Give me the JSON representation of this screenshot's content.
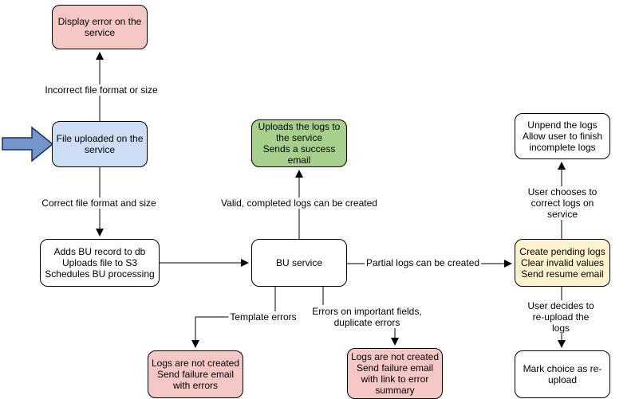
{
  "diagram": {
    "colors": {
      "background": "#ffffff",
      "node_border": "#000000",
      "edge_line": "#000000",
      "pink_fill": "#f5c8c6",
      "blue_fill": "#cdddf4",
      "green_fill": "#a8d08d",
      "yellow_fill": "#fff2cc",
      "white_fill": "#ffffff",
      "entry_arrow_fill": "#7596ca",
      "entry_arrow_border": "#16325c"
    },
    "nodes": {
      "display_error": "Display error on the\nservice",
      "file_uploaded": "File uploaded on the\nservice",
      "adds_bu": "Adds BU record to db\nUploads file to S3\nSchedules BU processing",
      "bu_service": "BU service",
      "uploads_logs": "Uploads the logs to\nthe service\nSends a success\nemail",
      "create_pending": "Create pending logs\nClear invalid values\nSend resume email",
      "unpend": "Unpend the logs\nAllow user to finish\nincomplete logs",
      "mark_choice": "Mark choice as re-\nupload",
      "logs_not_created_errors": "Logs are not created\nSend failure email\nwith errors",
      "logs_not_created_summary": "Logs are not created\nSend failure email\nwith link to error\nsummary"
    },
    "edge_labels": {
      "incorrect_file": "Incorrect file format or size",
      "correct_file": "Correct file format and size",
      "valid_logs": "Valid, completed logs can be created",
      "partial_logs": "Partial logs can be created",
      "template_errors": "Template errors",
      "important_errors": "Errors on important fields,\nduplicate errors",
      "user_corrects": "User chooses to correct logs on service",
      "user_reuploads": "User decides to re-upload the logs"
    }
  }
}
